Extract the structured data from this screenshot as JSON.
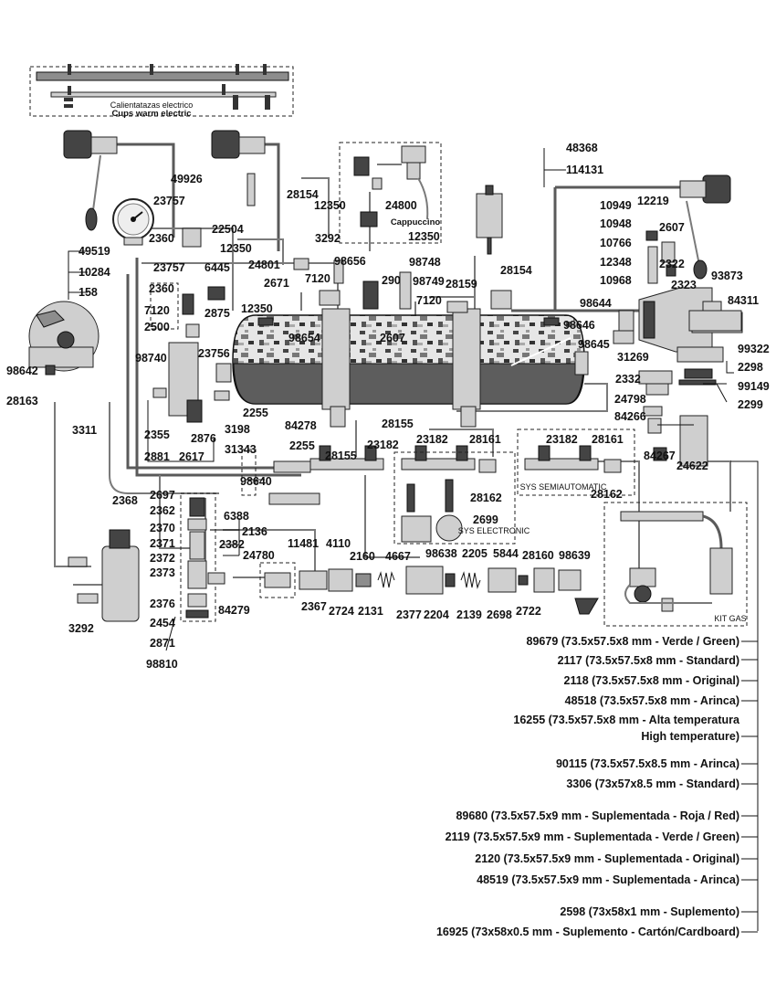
{
  "cup_warmer": {
    "title_es": "Calientatazas electrico",
    "title_en": "Cups warm electric"
  },
  "groups": {
    "cappuccino": "Cappuccino",
    "sys_semiautomatic": "SYS SEMIAUTOMATIC",
    "sys_electronic": "SYS ELECTRONIC",
    "kit_gas": "KIT GAS"
  },
  "labels": {
    "p48368": "48368",
    "p114131": "114131",
    "p49926": "49926",
    "p23757a": "23757",
    "p22504": "22504",
    "p2360a": "2360",
    "p12350a": "12350",
    "p49519": "49519",
    "p10284": "10284",
    "p158": "158",
    "p23757b": "23757",
    "p6445": "6445",
    "p2360b": "2360",
    "p24801": "24801",
    "p12350b": "12350",
    "p7120a": "7120",
    "p2500": "2500",
    "p2875": "2875",
    "p23756": "23756",
    "p98740": "98740",
    "p98642": "98642",
    "p28163": "28163",
    "p3311": "3311",
    "p2355": "2355",
    "p2876": "2876",
    "p3198": "3198",
    "p2881": "2881",
    "p2617": "2617",
    "p31343": "31343",
    "p28154a": "28154",
    "p12350c": "12350",
    "p24800": "24800",
    "p12350d": "12350",
    "p3292a": "3292",
    "p2671": "2671",
    "p7120b": "7120",
    "p98656": "98656",
    "p290": "290",
    "p98748": "98748",
    "p98749": "98749",
    "p7120c": "7120",
    "p28159": "28159",
    "p28154b": "28154",
    "p98654": "98654",
    "p2607a": "2607",
    "p10949": "10949",
    "p12219": "12219",
    "p10948": "10948",
    "p2607b": "2607",
    "p10766": "10766",
    "p12348": "12348",
    "p2322": "2322",
    "p10968": "10968",
    "p2323": "2323",
    "p93873": "93873",
    "p84311": "84311",
    "p98644": "98644",
    "p98646": "98646",
    "p98645": "98645",
    "p31269": "31269",
    "p99322": "99322",
    "p2298": "2298",
    "p2332": "2332",
    "p99149": "99149",
    "p2299": "2299",
    "p24798": "24798",
    "p84266": "84266",
    "p84267": "84267",
    "p24622": "24622",
    "p2255a": "2255",
    "p84278": "84278",
    "p2255b": "2255",
    "p28155a": "28155",
    "p28155b": "28155",
    "p23182a": "23182",
    "p23182b": "23182",
    "p28161a": "28161",
    "p23182c": "23182",
    "p28161b": "28161",
    "p28162a": "28162",
    "p28162b": "28162",
    "p2699": "2699",
    "p98640": "98640",
    "p2697": "2697",
    "p2368": "2368",
    "p2362": "2362",
    "p6388": "6388",
    "p2370": "2370",
    "p2136": "2136",
    "p2371": "2371",
    "p2382": "2382",
    "p2372": "2372",
    "p24780": "24780",
    "p2373": "2373",
    "p2376": "2376",
    "p2454": "2454",
    "p2871": "2871",
    "p98810": "98810",
    "p3292b": "3292",
    "p84279": "84279",
    "p11481": "11481",
    "p4110": "4110",
    "p2160a": "2160",
    "p4667": "4667",
    "p98638": "98638",
    "p2205": "2205",
    "p5844": "5844",
    "p28160": "28160",
    "p98639": "98639",
    "p2367": "2367",
    "p2724": "2724",
    "p2131": "2131",
    "p2377": "2377",
    "p2204": "2204",
    "p2139": "2139",
    "p2698": "2698",
    "p2722": "2722"
  },
  "legend": [
    {
      "key": "89679",
      "text": "89679 (73.5x57.5x8 mm - Verde / Green)"
    },
    {
      "key": "2117",
      "text": "2117 (73.5x57.5x8 mm - Standard)"
    },
    {
      "key": "2118",
      "text": "2118 (73.5x57.5x8 mm - Original)"
    },
    {
      "key": "48518",
      "text": "48518 (73.5x57.5x8 mm - Arinca)"
    },
    {
      "key": "16255a",
      "text": "16255 (73.5x57.5x8 mm - Alta temperatura"
    },
    {
      "key": "16255b",
      "text": "High temperature)"
    },
    {
      "key": "90115",
      "text": "90115 (73.5x57.5x8.5 mm - Arinca)"
    },
    {
      "key": "3306",
      "text": "3306 (73x57x8.5 mm - Standard)"
    },
    {
      "key": "89680",
      "text": "89680 (73.5x57.5x9 mm - Suplementada - Roja / Red)"
    },
    {
      "key": "2119",
      "text": "2119 (73.5x57.5x9 mm - Suplementada - Verde / Green)"
    },
    {
      "key": "2120",
      "text": "2120 (73.5x57.5x9 mm - Suplementada - Original)"
    },
    {
      "key": "48519",
      "text": "48519 (73.5x57.5x9 mm - Suplementada - Arinca)"
    },
    {
      "key": "2598",
      "text": "2598 (73x58x1 mm - Suplemento)"
    },
    {
      "key": "16925",
      "text": "16925 (73x58x0.5 mm - Suplemento - Cartón/Cardboard)"
    }
  ]
}
